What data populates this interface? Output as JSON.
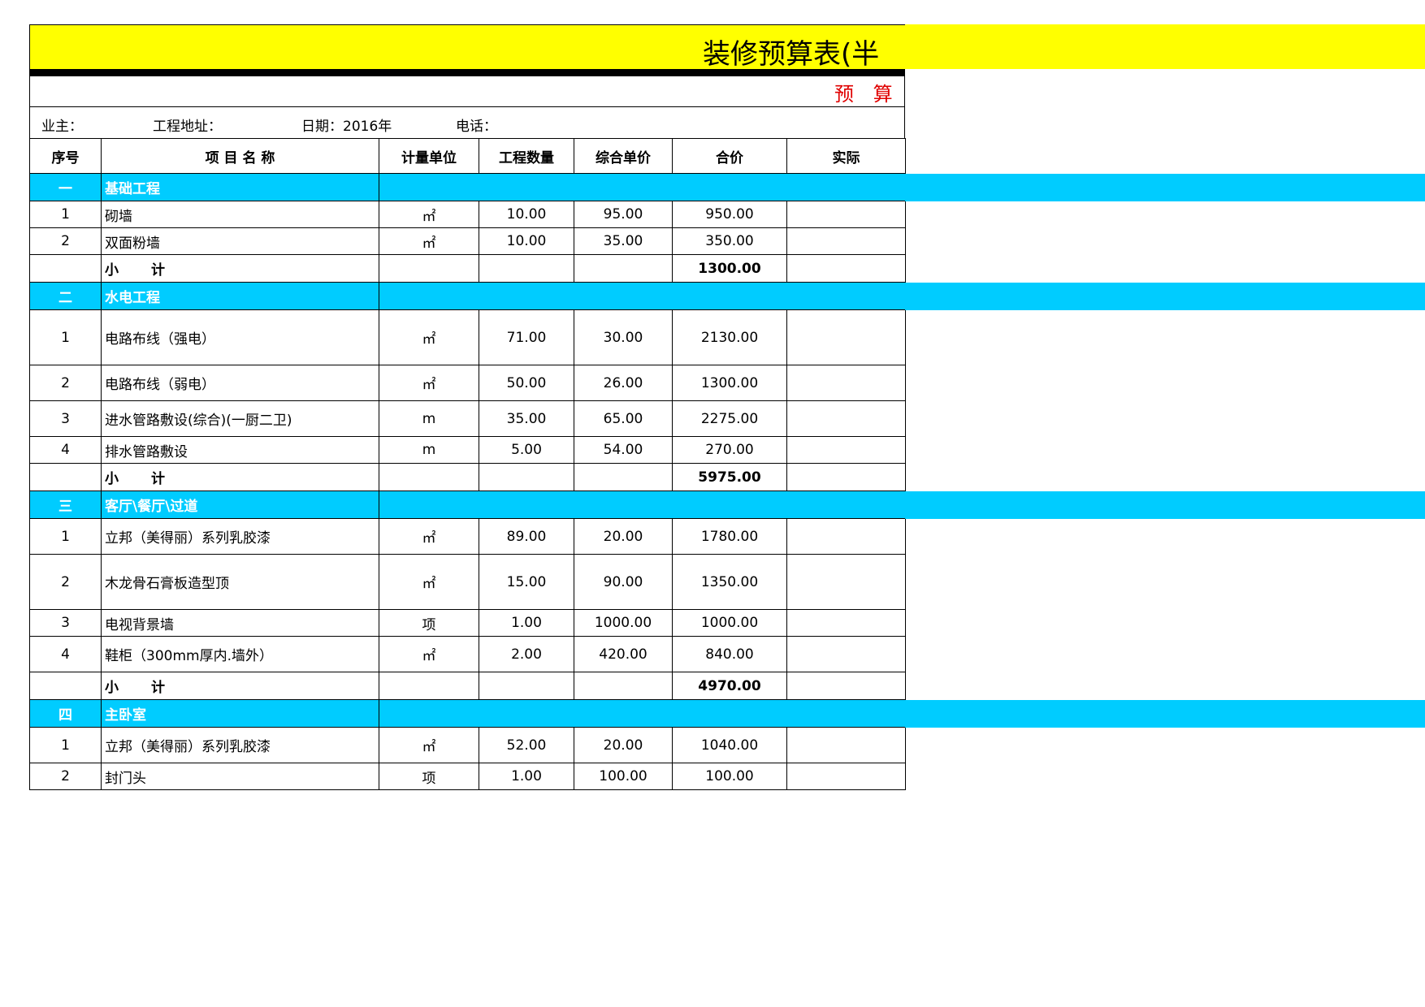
{
  "title": "装修预算表(半",
  "subtitle": "预 算 ",
  "info": {
    "owner": "业主：",
    "address": "工程地址：",
    "date": "日期：2016年",
    "phone": "电话："
  },
  "headers": [
    "序号",
    "项 目 名 称",
    "计量单位",
    "工程数量",
    "综合单价",
    "合价",
    "实际"
  ],
  "sections": [
    {
      "no": "一",
      "name": "基础工程",
      "items": [
        {
          "no": "1",
          "name": "砌墙",
          "unit": "㎡",
          "qty": "10.00",
          "price": "95.00",
          "total": "950.00"
        },
        {
          "no": "2",
          "name": "双面粉墙",
          "unit": "㎡",
          "qty": "10.00",
          "price": "35.00",
          "total": "350.00"
        }
      ],
      "subtotal_label_a": "小",
      "subtotal_label_b": "计",
      "subtotal": "1300.00"
    },
    {
      "no": "二",
      "name": "水电工程",
      "items": [
        {
          "no": "1",
          "name": "电路布线（强电）",
          "unit": "㎡",
          "qty": "71.00",
          "price": "30.00",
          "total": "2130.00",
          "tall": 3
        },
        {
          "no": "2",
          "name": "电路布线（弱电）",
          "unit": "㎡",
          "qty": "50.00",
          "price": "26.00",
          "total": "1300.00",
          "tall": 2
        },
        {
          "no": "3",
          "name": "进水管路敷设(综合)(一厨二卫)",
          "unit": "m",
          "qty": "35.00",
          "price": "65.00",
          "total": "2275.00",
          "tall": 2
        },
        {
          "no": "4",
          "name": "排水管路敷设",
          "unit": "m",
          "qty": "5.00",
          "price": "54.00",
          "total": "270.00"
        }
      ],
      "subtotal_label_a": "小",
      "subtotal_label_b": "计",
      "subtotal": "5975.00"
    },
    {
      "no": "三",
      "name": "客厅\\餐厅\\过道",
      "items": [
        {
          "no": "1",
          "name": "立邦（美得丽）系列乳胶漆",
          "unit": "㎡",
          "qty": "89.00",
          "price": "20.00",
          "total": "1780.00",
          "tall": 2
        },
        {
          "no": "2",
          "name": "木龙骨石膏板造型顶",
          "unit": "㎡",
          "qty": "15.00",
          "price": "90.00",
          "total": "1350.00",
          "tall": 3
        },
        {
          "no": "3",
          "name": "电视背景墙",
          "unit": "项",
          "qty": "1.00",
          "price": "1000.00",
          "total": "1000.00",
          "tall": 1
        },
        {
          "no": "4",
          "name": "鞋柜（300mm厚内.墙外）",
          "unit": "㎡",
          "qty": "2.00",
          "price": "420.00",
          "total": "840.00",
          "tall": 2
        }
      ],
      "subtotal_label_a": "小",
      "subtotal_label_b": "计",
      "subtotal": "4970.00"
    },
    {
      "no": "四",
      "name": "主卧室",
      "items": [
        {
          "no": "1",
          "name": "立邦（美得丽）系列乳胶漆",
          "unit": "㎡",
          "qty": "52.00",
          "price": "20.00",
          "total": "1040.00",
          "tall": 2
        },
        {
          "no": "2",
          "name": "封门头",
          "unit": "项",
          "qty": "1.00",
          "price": "100.00",
          "total": "100.00"
        }
      ]
    }
  ]
}
